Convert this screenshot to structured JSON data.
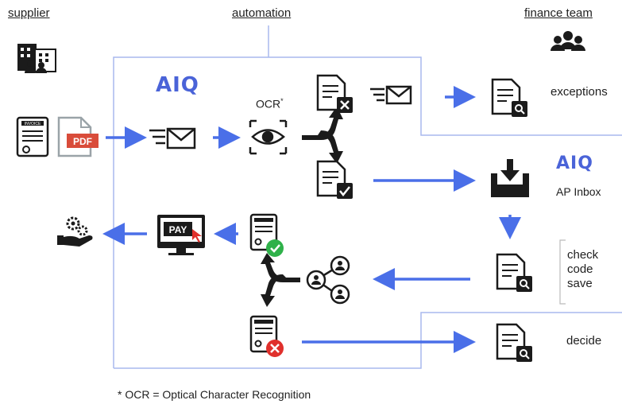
{
  "headers": {
    "supplier": "supplier",
    "automation": "automation",
    "finance_team": "finance team"
  },
  "logos": {
    "aiq_top": "AIQ",
    "aiq_inbox": "AIQ"
  },
  "labels": {
    "ocr": "OCR",
    "ocr_mark": "*",
    "exceptions": "exceptions",
    "ap_inbox": "AP Inbox",
    "check": "check",
    "code": "code",
    "save": "save",
    "decide": "decide",
    "pdf": "PDF",
    "pay": "PAY",
    "invoice": "INVOICE"
  },
  "footnote": "* OCR = Optical Character Recognition",
  "colors": {
    "arrow": "#4a6fe8",
    "frame": "#a9b9ee",
    "dark": "#1b1b1b",
    "pdf_red": "#d94c3a",
    "ok_green": "#2fb14a",
    "err_red": "#e0302c"
  },
  "icons": [
    "building-icon",
    "invoice-icon",
    "pdf-file-icon",
    "email-icon",
    "eye-icon",
    "document-reject-icon",
    "document-approve-icon",
    "split-arrow-icon",
    "document-search-icon",
    "inbox-icon",
    "pay-screen-icon",
    "invoice-approved-icon",
    "invoice-rejected-icon",
    "people-network-icon",
    "team-icon",
    "hand-gears-icon"
  ]
}
